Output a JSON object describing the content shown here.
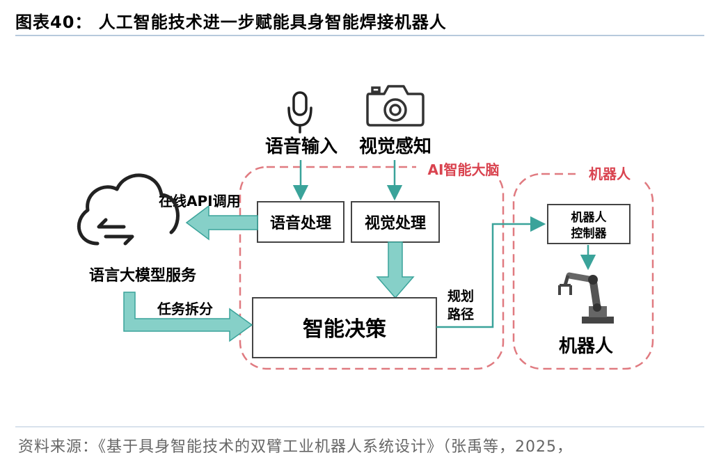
{
  "figure": {
    "title": "图表40：  人工智能技术进一步赋能具身智能焊接机器人",
    "source": "资料来源：《基于具身智能技术的双臂工业机器人系统设计》（张禹等，2025，"
  },
  "diagram": {
    "inputs": {
      "voice": "语音输入",
      "vision": "视觉感知"
    },
    "regions": {
      "ai_brain": "AI智能大脑",
      "robot": "机器人"
    },
    "boxes": {
      "voice_processing": "语音处理",
      "vision_processing": "视觉处理",
      "decision": "智能决策",
      "controller_line1": "机器人",
      "controller_line2": "控制器"
    },
    "labels": {
      "online_api": "在线API调用",
      "llm_service": "语言大模型服务",
      "task_split": "任务拆分",
      "path_line1": "规划",
      "path_line2": "路径",
      "robot_caption": "机器人"
    },
    "icons": [
      "microphone-icon",
      "camera-icon",
      "cloud-sync-icon",
      "robot-arm-icon"
    ],
    "colors": {
      "arrow_teal": "#86d0c8",
      "arrow_outline": "#3aa39a",
      "dashed_red": "#e07a80",
      "box_border": "#444444"
    }
  }
}
